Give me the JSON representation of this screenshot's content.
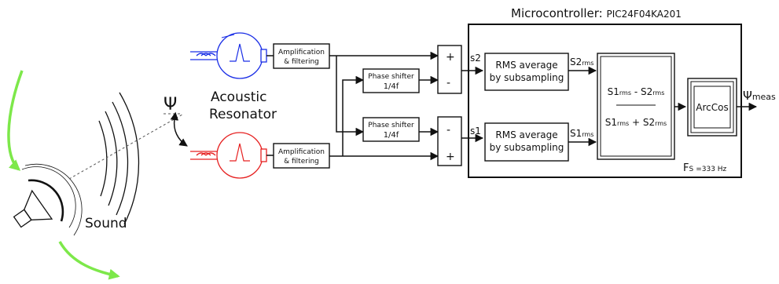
{
  "mcu": {
    "title": "Microcontroller: ",
    "chip": "PIC24F04KA201",
    "fs": "F",
    "fs_sub": "S",
    "fs_val": "=333 Hz"
  },
  "blocks": {
    "amp_top": [
      "Amplification",
      "& filtering"
    ],
    "amp_bottom": [
      "Amplification",
      "& filtering"
    ],
    "phase_top": [
      "Phase shifter",
      "1/4f"
    ],
    "phase_bottom": [
      "Phase shifter",
      "1/4f"
    ],
    "rms_top": [
      "RMS average",
      "by subsampling"
    ],
    "rms_bottom": [
      "RMS average",
      "by subsampling"
    ],
    "arccos": "ArcCos"
  },
  "signs": {
    "top_plus": "+",
    "top_minus": "-",
    "bottom_minus": "-",
    "bottom_plus": "+"
  },
  "signals": {
    "s2": "s2",
    "s1": "s1",
    "s2rms": "S2",
    "s2rms_sub": "rms",
    "s1rms": "S1",
    "s1rms_sub": "rms",
    "psi_meas": "Ψ",
    "psi_meas_sub": "meas"
  },
  "formula": {
    "num_a": "S1",
    "num_a_sub": "rms",
    "num_op": " - ",
    "num_b": "S2",
    "num_b_sub": "rms",
    "den_a": "S1",
    "den_a_sub": "rms",
    "den_op": " + ",
    "den_b": "S2",
    "den_b_sub": "rms"
  },
  "labels": {
    "acoustic": "Acoustic",
    "resonator": "Resonator",
    "psi": "Ψ",
    "sound": "Sound"
  },
  "colors": {
    "top_resonator": "#1a2ee6",
    "bottom_resonator": "#e62020",
    "arrow": "#7de84a"
  }
}
